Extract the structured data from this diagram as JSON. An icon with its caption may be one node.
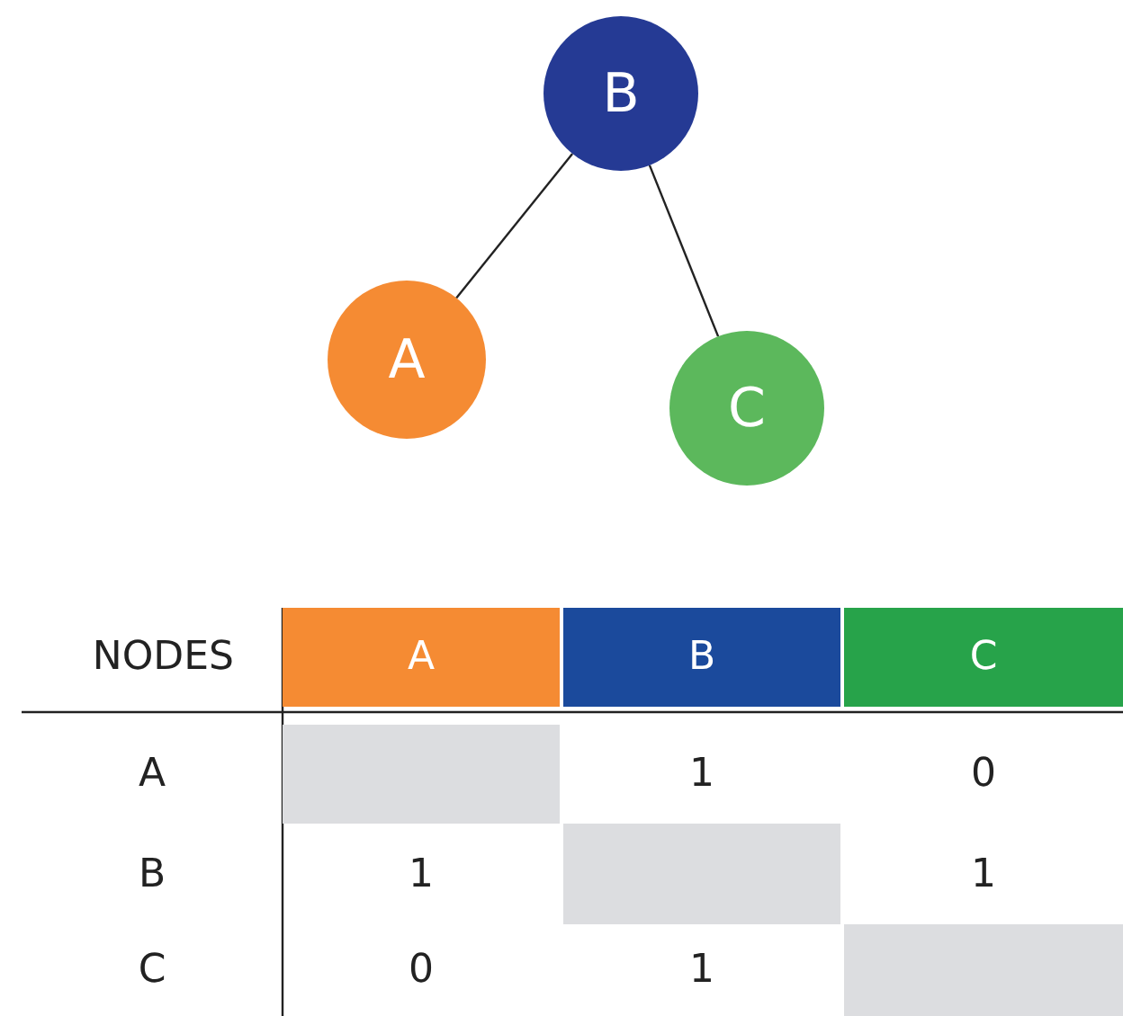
{
  "diagram": {
    "nodes": [
      {
        "text": [
          "B"
        ]
      },
      {
        "text": [
          "A"
        ]
      },
      {
        "text": [
          "C"
        ]
      }
    ],
    "edges": [
      {
        "from": 0,
        "to": 1,
        "arrow": "none"
      },
      {
        "from": 0,
        "to": 2,
        "arrow": "none"
      }
    ],
    "labels": [
      "NODES",
      "A",
      "B",
      "C",
      "A",
      "1",
      "0",
      "B",
      "1",
      "1",
      "C",
      "0",
      "1"
    ]
  }
}
